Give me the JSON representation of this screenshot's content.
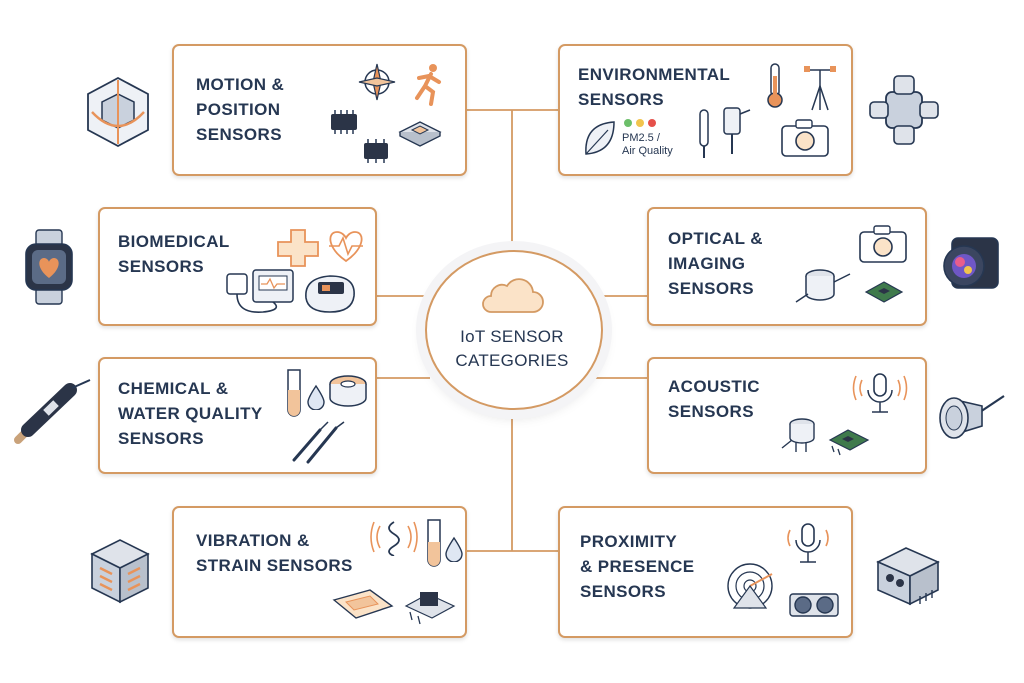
{
  "hub": {
    "lines": [
      "IoT SENSOR",
      "CATEGORIES"
    ],
    "icon": "cloud-icon"
  },
  "colors": {
    "accent": "#d49a63",
    "text": "#263752",
    "line": "#d49a63"
  },
  "categories": [
    {
      "id": "motion",
      "lines": [
        "MOTION &",
        "POSITION",
        "SENSORS"
      ],
      "icons": [
        "compass-icon",
        "running-person-icon",
        "chip-icon",
        "accelerometer-chip-icon"
      ],
      "side_icon": "gyroscope-cube-icon"
    },
    {
      "id": "environmental",
      "lines": [
        "ENVIRONMENTAL",
        "SENSORS"
      ],
      "aq_lines": [
        "PM2.5 /",
        "Air Quality"
      ],
      "icons": [
        "thermometer-icon",
        "weather-station-icon",
        "leaf-icon",
        "probe-icon",
        "camera-icon"
      ],
      "side_icon": "gas-sensor-module-icon"
    },
    {
      "id": "biomedical",
      "lines": [
        "BIOMEDICAL",
        "SENSORS"
      ],
      "icons": [
        "medical-cross-icon",
        "heart-pulse-icon",
        "blood-pressure-monitor-icon",
        "pulse-oximeter-icon"
      ],
      "side_icon": "smartwatch-icon"
    },
    {
      "id": "optical",
      "lines": [
        "OPTICAL &",
        "IMAGING",
        "SENSORS"
      ],
      "icons": [
        "camera-icon",
        "photo-sensor-icon",
        "image-sensor-board-icon"
      ],
      "side_icon": "camera-module-icon"
    },
    {
      "id": "chemical",
      "lines": [
        "CHEMICAL &",
        "WATER QUALITY",
        "SENSORS"
      ],
      "icons": [
        "test-tube-icon",
        "water-drop-icon",
        "sensor-ring-icon",
        "ph-probe-icon"
      ],
      "side_icon": "water-probe-icon"
    },
    {
      "id": "acoustic",
      "lines": [
        "ACOUSTIC",
        "SENSORS"
      ],
      "icons": [
        "microphone-icon",
        "sound-sensor-icon",
        "audio-board-icon"
      ],
      "side_icon": "ultrasonic-transducer-icon"
    },
    {
      "id": "vibration",
      "lines": [
        "VIBRATION &",
        "STRAIN SENSORS"
      ],
      "icons": [
        "vibration-wave-icon",
        "test-tube-icon",
        "water-drop-icon",
        "strain-gauge-icon",
        "vibration-board-icon"
      ],
      "side_icon": "vibration-module-icon"
    },
    {
      "id": "proximity",
      "lines": [
        "PROXIMITY",
        "& PRESENCE",
        "SENSORS"
      ],
      "icons": [
        "microphone-icon",
        "radar-icon",
        "ultrasonic-sensor-icon"
      ],
      "side_icon": "presence-module-icon"
    }
  ]
}
